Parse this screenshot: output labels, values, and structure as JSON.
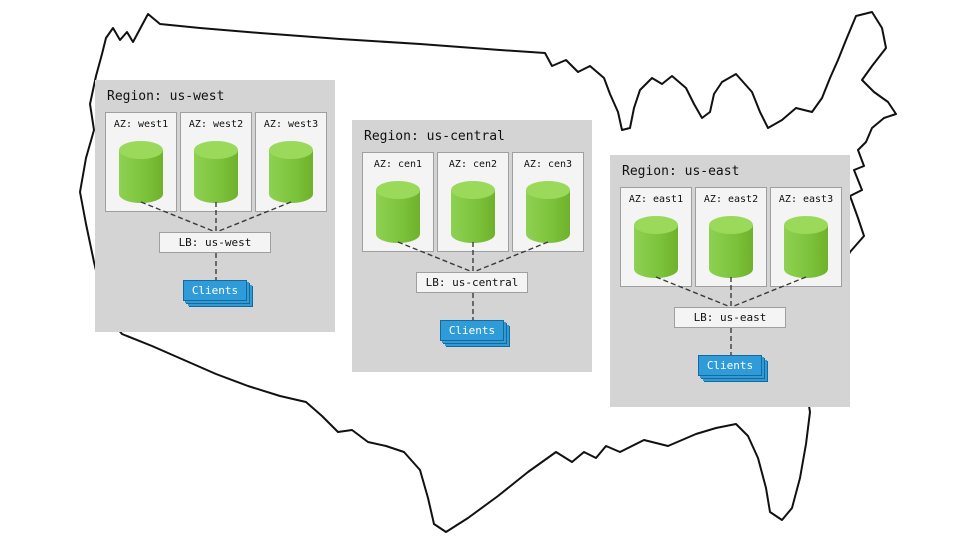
{
  "diagram": {
    "description": "US map with three cloud regions, each containing three availability zones with databases, a load balancer, and clients"
  },
  "regions": [
    {
      "title": "Region: us-west",
      "azs": [
        "AZ: west1",
        "AZ: west2",
        "AZ: west3"
      ],
      "lb": "LB: us-west",
      "clients": "Clients"
    },
    {
      "title": "Region: us-central",
      "azs": [
        "AZ: cen1",
        "AZ: cen2",
        "AZ: cen3"
      ],
      "lb": "LB: us-central",
      "clients": "Clients"
    },
    {
      "title": "Region: us-east",
      "azs": [
        "AZ: east1",
        "AZ: east2",
        "AZ: east3"
      ],
      "lb": "LB: us-east",
      "clients": "Clients"
    }
  ],
  "icons": {
    "database_cylinder": "database-cylinder-icon",
    "clients_stack": "stacked-clients-icon"
  },
  "colors": {
    "region_bg": "#d4d4d4",
    "az_bg": "#f4f4f4",
    "cylinder_green": "#7cc23a",
    "cylinder_top_green": "#9bd95a",
    "clients_blue": "#2f9bd8",
    "outline_black": "#111111",
    "connector_gray": "#3c3c3c"
  }
}
